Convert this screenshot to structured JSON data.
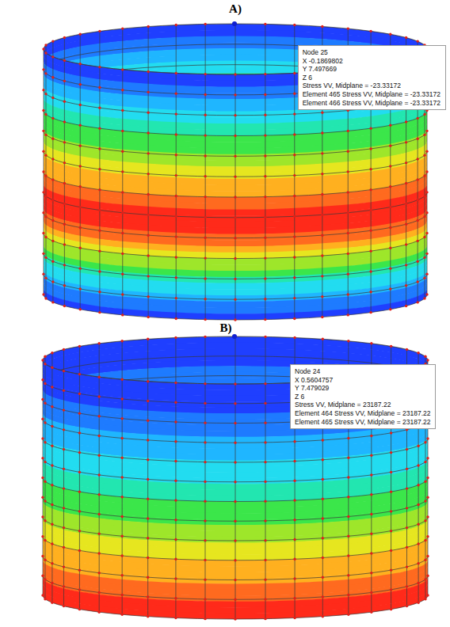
{
  "diagram": {
    "nodes": [
      {
        "text": [
          "Node 25",
          "X -0.1869802",
          "Y 7.497669",
          "Z 6",
          "Stress VV, Midplane = -23.33172",
          "Element 465 Stress VV, Midplane = -23.33172",
          "Element 466 Stress VV, Midplane = -23.33172"
        ]
      },
      {
        "text": [
          "Node 24",
          "X 0.5604757",
          "Y 7.479029",
          "Z 6",
          "Stress VV, Midplane = 23187.22",
          "Element 464 Stress VV, Midplane = 23187.22",
          "Element 465 Stress VV, Midplane = 23187.22"
        ]
      }
    ],
    "labels": [
      "A)",
      "B)"
    ]
  }
}
